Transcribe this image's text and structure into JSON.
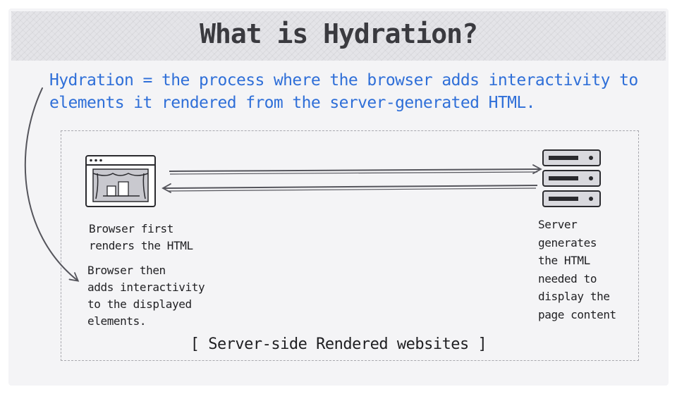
{
  "title": "What is Hydration?",
  "definition": {
    "line1": "Hydration = the process where the browser adds interactivity to",
    "line2": "elements it rendered from the server-generated HTML."
  },
  "browser": {
    "first_label_line1": "Browser first",
    "first_label_line2": "renders the HTML",
    "then_label_line1": "Browser then",
    "then_label_line2": "adds interactivity",
    "then_label_line3": "to the displayed",
    "then_label_line4": "elements."
  },
  "server": {
    "label_line1": "Server",
    "label_line2": "generates",
    "label_line3": "the HTML",
    "label_line4": "needed to",
    "label_line5": "display the",
    "label_line6": "page content"
  },
  "frame_caption": "[ Server-side Rendered websites ]",
  "colors": {
    "accent_blue": "#2f6fd8",
    "arrow": "#55555c",
    "icon_fill": "#c9c9cf",
    "card_bg": "#f4f4f6"
  }
}
